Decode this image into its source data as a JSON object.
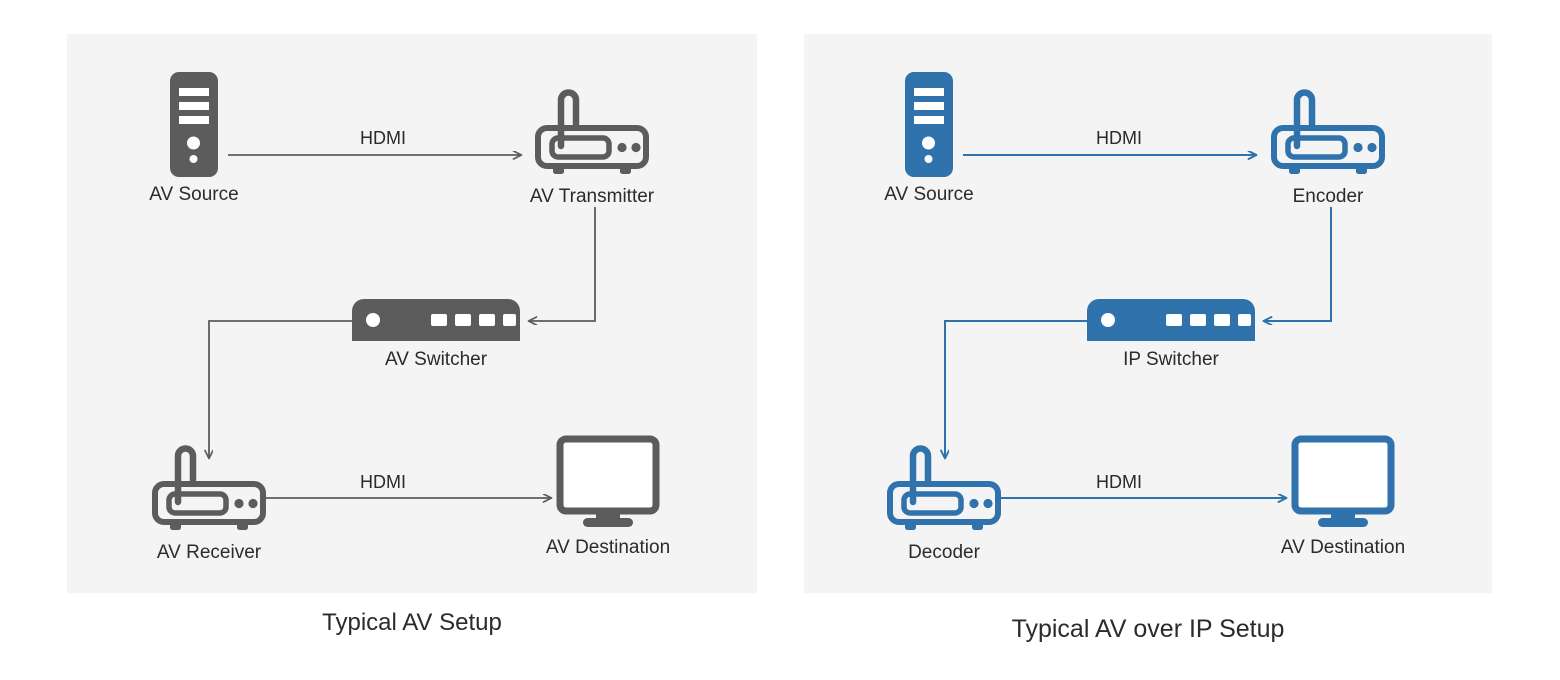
{
  "theme": {
    "panel_bg": "#f4f4f4",
    "page_bg": "#ffffff",
    "gray_accent": "#5c5c5c",
    "blue_accent": "#2f72ac",
    "text_color": "#2b2b2b"
  },
  "panels": [
    {
      "id": "left",
      "caption": "Typical AV Setup",
      "accent": "#5c5c5c",
      "nodes": [
        {
          "key": "source",
          "icon": "tower-computer-icon",
          "label": "AV Source"
        },
        {
          "key": "transmitter",
          "icon": "router-icon",
          "label": "AV Transmitter"
        },
        {
          "key": "switcher",
          "icon": "switch-icon",
          "label": "AV Switcher"
        },
        {
          "key": "receiver",
          "icon": "router-icon",
          "label": "AV Receiver"
        },
        {
          "key": "destination",
          "icon": "monitor-icon",
          "label": "AV Destination"
        }
      ],
      "edges": [
        {
          "key": "source-to-transmitter",
          "label": "HDMI"
        },
        {
          "key": "transmitter-to-switcher",
          "label": ""
        },
        {
          "key": "switcher-to-receiver",
          "label": ""
        },
        {
          "key": "receiver-to-destination",
          "label": "HDMI"
        }
      ]
    },
    {
      "id": "right",
      "caption": "Typical AV over IP Setup",
      "accent": "#2f72ac",
      "nodes": [
        {
          "key": "source",
          "icon": "tower-computer-icon",
          "label": "AV Source"
        },
        {
          "key": "encoder",
          "icon": "router-icon",
          "label": "Encoder"
        },
        {
          "key": "switcher",
          "icon": "switch-icon",
          "label": "IP Switcher"
        },
        {
          "key": "decoder",
          "icon": "router-icon",
          "label": "Decoder"
        },
        {
          "key": "destination",
          "icon": "monitor-icon",
          "label": "AV Destination"
        }
      ],
      "edges": [
        {
          "key": "source-to-encoder",
          "label": "HDMI"
        },
        {
          "key": "encoder-to-switcher",
          "label": ""
        },
        {
          "key": "switcher-to-decoder",
          "label": ""
        },
        {
          "key": "decoder-to-destination",
          "label": "HDMI"
        }
      ]
    }
  ]
}
